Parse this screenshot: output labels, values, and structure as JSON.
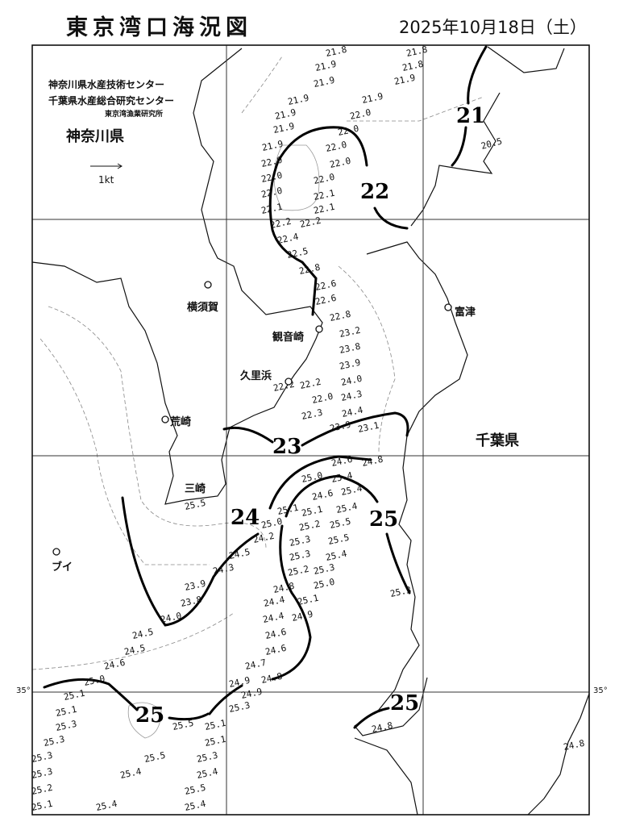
{
  "header": {
    "title": "東京湾口海況図",
    "date": "2025年10月18日（土）"
  },
  "organizations": [
    "神奈川県水産技術センター",
    "千葉県水産総合研究センター",
    "東京湾漁業研究所"
  ],
  "legend": {
    "arrow_label": "1kt",
    "icon": "arrow-right-icon"
  },
  "prefectures": {
    "kanagawa": "神奈川県",
    "chiba": "千葉県"
  },
  "places": [
    "横須賀",
    "観音崎",
    "久里浜",
    "荒崎",
    "三崎",
    "ブイ",
    "富津"
  ],
  "latitude_labels": {
    "left": "35°",
    "right": "35°"
  },
  "isotherm_labels": [
    "21",
    "22",
    "23",
    "24",
    "25",
    "25",
    "25"
  ],
  "soundings": [
    "21.8",
    "21.9",
    "21.9",
    "21.9",
    "21.9",
    "21.9",
    "21.9",
    "22.0",
    "22.0",
    "22.0",
    "22.1",
    "22.2",
    "22.2",
    "22.4",
    "22.5",
    "22.8",
    "22.6",
    "22.6",
    "22.8",
    "23.2",
    "23.8",
    "23.9",
    "24.0",
    "24.3",
    "24.4",
    "23.9",
    "23.1",
    "21.8",
    "21.8",
    "21.9",
    "21.9",
    "22.0",
    "22.0",
    "22.0",
    "22.0",
    "22.0",
    "22.1",
    "22.1",
    "22.2",
    "22.2",
    "22.0",
    "22.3",
    "24.6",
    "24.8",
    "25.0",
    "25.4",
    "24.6",
    "25.4",
    "25.1",
    "25.4",
    "25.1",
    "25.0",
    "25.2",
    "25.5",
    "24.2",
    "25.3",
    "25.5",
    "24.5",
    "25.3",
    "25.4",
    "24.3",
    "25.2",
    "25.3",
    "23.9",
    "24.8",
    "25.0",
    "23.8",
    "25.1",
    "24.4",
    "24.0",
    "24.4",
    "24.9",
    "24.5",
    "24.6",
    "24.5",
    "24.6",
    "24.6",
    "24.7",
    "25.0",
    "24.9",
    "24.8",
    "25.1",
    "24.9",
    "25.1",
    "25.3",
    "25.3",
    "25.5",
    "25.1",
    "25.3",
    "25.1",
    "25.3",
    "25.5",
    "25.3",
    "25.3",
    "25.4",
    "25.4",
    "25.2",
    "25.5",
    "25.1",
    "25.4",
    "25.4",
    "25.5",
    "25.3",
    "24.8",
    "24.8",
    "20.5"
  ]
}
